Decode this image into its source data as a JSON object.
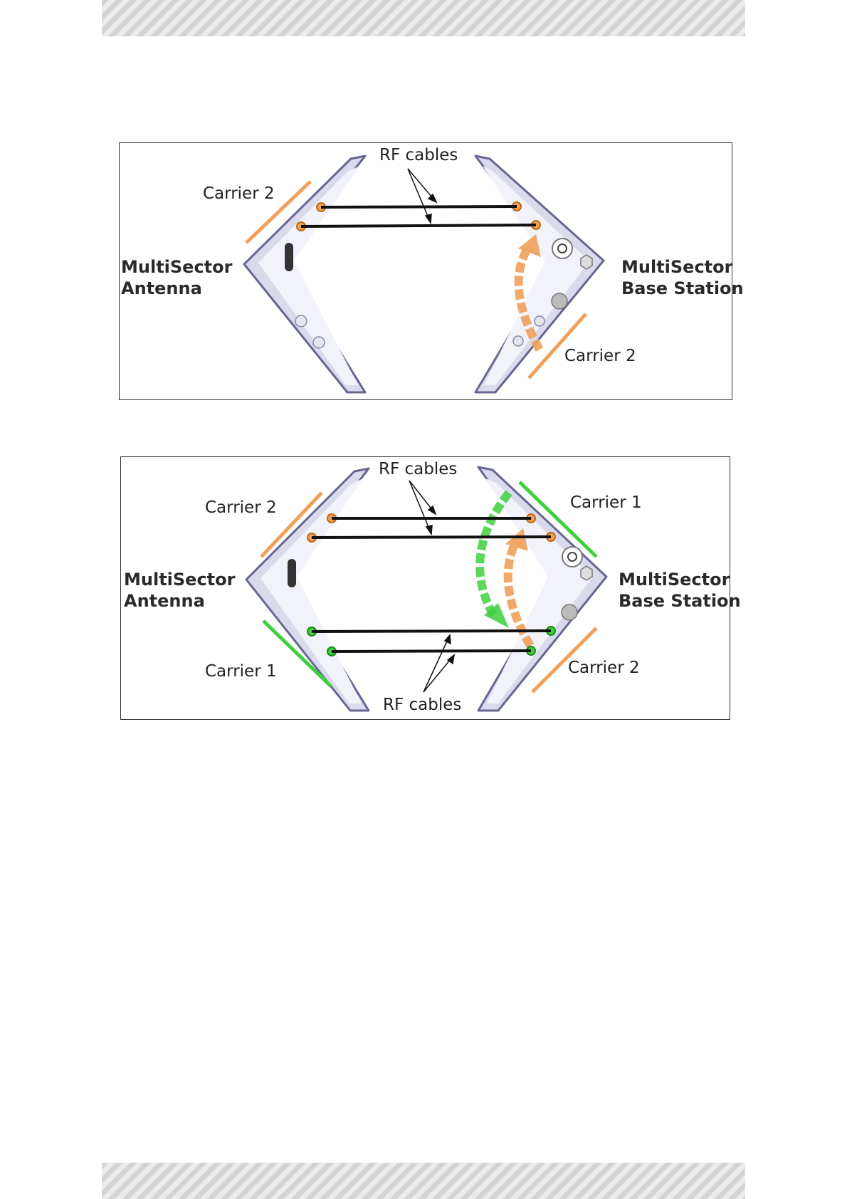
{
  "figure1": {
    "rf_cables": "RF cables",
    "antenna_carrier": "Carrier 2",
    "antenna_line1": "MultiSector",
    "antenna_line2": "Antenna",
    "bs_line1": "MultiSector",
    "bs_line2": "Base Station",
    "bs_carrier": "Carrier 2"
  },
  "figure2": {
    "rf_cables_top": "RF cables",
    "antenna_carrier_top": "Carrier 2",
    "bs_carrier_top": "Carrier 1",
    "antenna_line1": "MultiSector",
    "antenna_line2": "Antenna",
    "bs_line1": "MultiSector",
    "bs_line2": "Base Station",
    "antenna_carrier_bottom": "Carrier 1",
    "bs_carrier_bottom": "Carrier 2",
    "rf_cables_bottom": "RF cables"
  },
  "colors": {
    "carrier_orange": "#f0a05a",
    "carrier_green": "#3ed03e",
    "cable": "#111111",
    "device_body": "#dcdcee",
    "device_outline": "#6a6a90"
  }
}
